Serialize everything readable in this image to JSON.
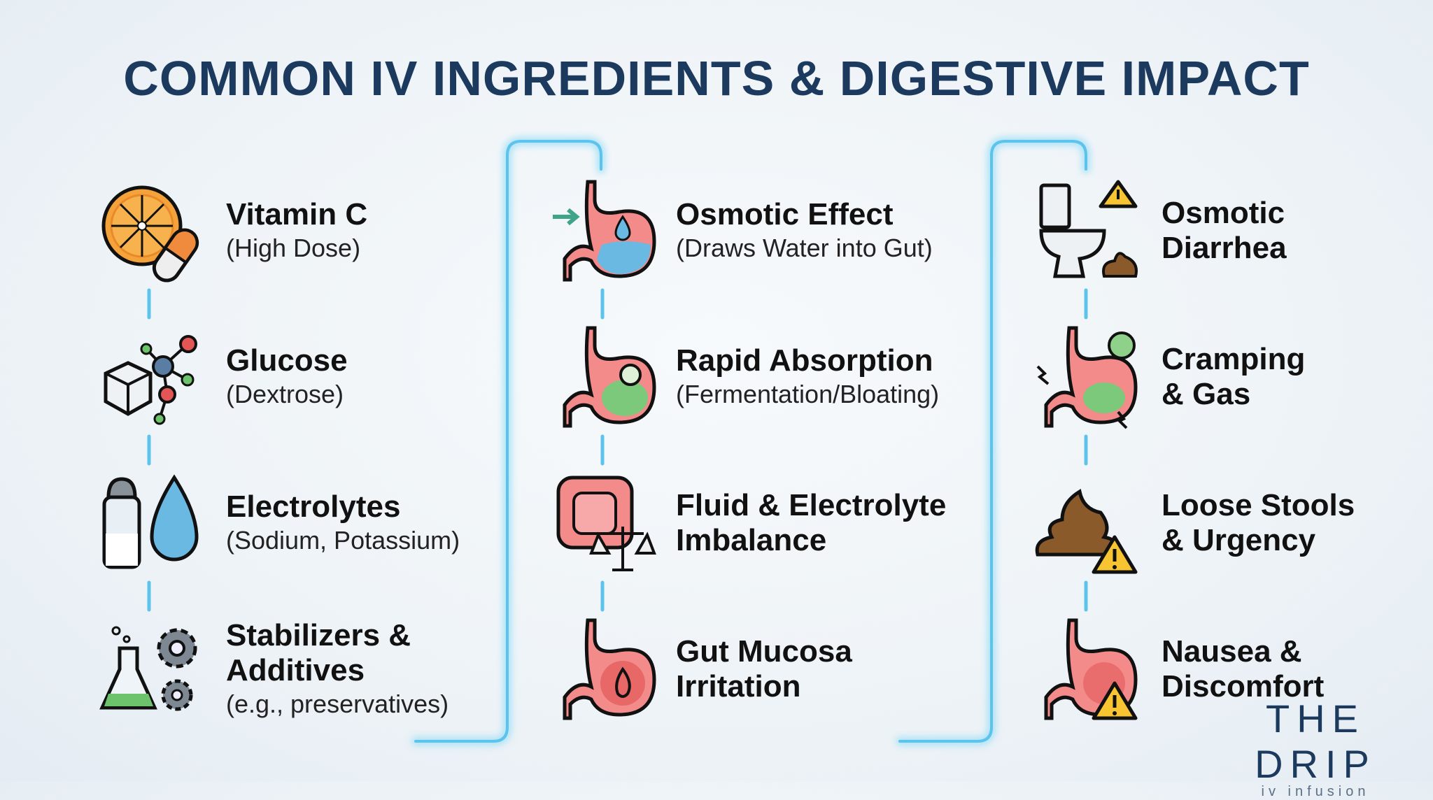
{
  "title": "COMMON IV INGREDIENTS & DIGESTIVE IMPACT",
  "columns": [
    {
      "items": [
        {
          "heading": "Vitamin C",
          "sub": "(High Dose)",
          "icon": "orange-pill-icon"
        },
        {
          "heading": "Glucose",
          "sub": "(Dextrose)",
          "icon": "sugar-molecule-icon"
        },
        {
          "heading": "Electrolytes",
          "sub": "(Sodium, Potassium)",
          "icon": "salt-water-drop-icon"
        },
        {
          "heading": "Stabilizers &\nAdditives",
          "sub": "(e.g., preservatives)",
          "icon": "flask-gears-icon"
        }
      ]
    },
    {
      "items": [
        {
          "heading": "Osmotic Effect",
          "sub": "(Draws Water into Gut)",
          "icon": "stomach-water-icon"
        },
        {
          "heading": "Rapid Absorption",
          "sub": "(Fermentation/Bloating)",
          "icon": "stomach-bloat-icon"
        },
        {
          "heading": "Fluid & Electrolyte\nImbalance",
          "sub": "",
          "icon": "intestine-scale-icon"
        },
        {
          "heading": "Gut Mucosa\nIrritation",
          "sub": "",
          "icon": "stomach-fire-icon"
        }
      ]
    },
    {
      "items": [
        {
          "heading": "Osmotic\nDiarrhea",
          "sub": "",
          "icon": "toilet-warning-icon"
        },
        {
          "heading": "Cramping\n& Gas",
          "sub": "",
          "icon": "stomach-gas-icon"
        },
        {
          "heading": "Loose Stools\n& Urgency",
          "sub": "",
          "icon": "stool-warning-icon"
        },
        {
          "heading": "Nausea &\nDiscomfort",
          "sub": "",
          "icon": "stomach-warning-icon"
        }
      ]
    }
  ],
  "logo": {
    "main": "THE DRIP",
    "tagline": "iv infusion"
  },
  "colors": {
    "title": "#1c3a5e",
    "connector": "#5cc4ec"
  }
}
